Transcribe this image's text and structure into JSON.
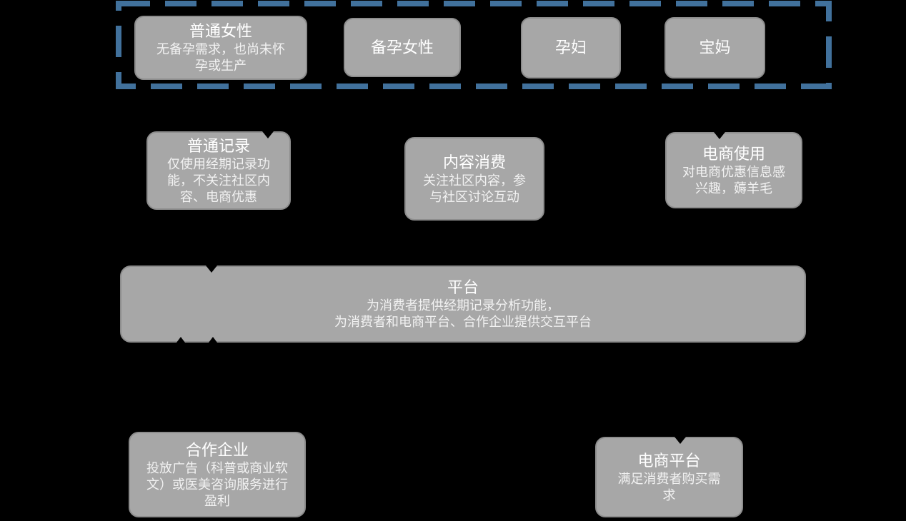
{
  "diagram": {
    "consumer_groups": {
      "items": [
        {
          "title": "普通女性",
          "subtitle": "无备孕需求，也尚未怀孕或生产"
        },
        {
          "title": "备孕女性"
        },
        {
          "title": "孕妇"
        },
        {
          "title": "宝妈"
        }
      ]
    },
    "usage_types": {
      "items": [
        {
          "title": "普通记录",
          "subtitle": "仅使用经期记录功能，不关注社区内容、电商优惠"
        },
        {
          "title": "内容消费",
          "subtitle": "关注社区内容，参与社区讨论互动"
        },
        {
          "title": "电商使用",
          "subtitle": "对电商优惠信息感兴趣，薅羊毛"
        }
      ]
    },
    "platform": {
      "title": "平台",
      "subtitle_lines": [
        "为消费者提供经期记录分析功能，",
        "为消费者和电商平台、合作企业提供交互平台"
      ]
    },
    "partners": {
      "items": [
        {
          "title": "合作企业",
          "subtitle": "投放广告（科普或商业软文）或医美咨询服务进行盈利"
        },
        {
          "title": "电商平台",
          "subtitle": "满足消费者购买需求"
        }
      ]
    },
    "colors": {
      "background": "#000000",
      "box_fill": "#a7a7a7",
      "box_border": "#8d8d8d",
      "box_text": "#ffffff",
      "dashed_border": "#41719c"
    }
  }
}
